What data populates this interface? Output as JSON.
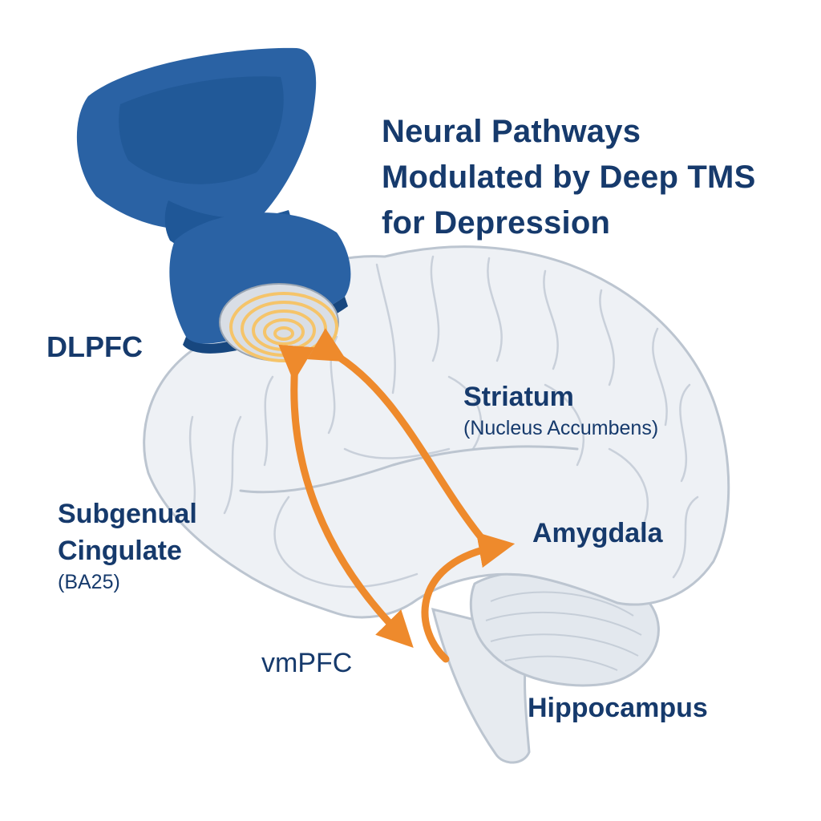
{
  "title": {
    "line1": "Neural Pathways",
    "line2": "Modulated by Deep TMS",
    "line3": "for Depression"
  },
  "labels": {
    "dlpfc": "DLPFC",
    "striatum": "Striatum",
    "striatum_sub": "(Nucleus Accumbens)",
    "subgenual_line1": "Subgenual",
    "subgenual_line2": "Cingulate",
    "subgenual_sub": "(BA25)",
    "amygdala": "Amygdala",
    "vmpfc": "vmPFC",
    "hippocampus": "Hippocampus"
  },
  "colors": {
    "label_text": "#163a6c",
    "coil": "#2a62a4",
    "coil_dark": "#17477f",
    "pulse_rings": "#f5c46a",
    "pathway_arrows": "#ee8a2c",
    "brain_fill": "#eef1f5",
    "brain_outline": "#bcc5d0"
  },
  "icons": {
    "device": "tms-coil-icon",
    "stimulation": "magnetic-pulse-icon"
  }
}
